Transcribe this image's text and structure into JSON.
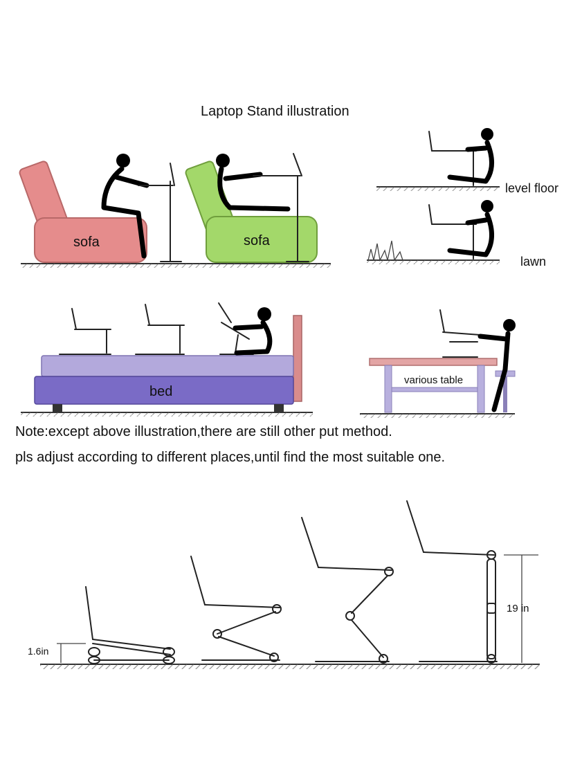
{
  "title": "Laptop Stand  illustration",
  "labels": {
    "sofa_left": "sofa",
    "sofa_right": "sofa",
    "level_floor": "level floor",
    "lawn": "lawn",
    "bed": "bed",
    "various_table": "various table",
    "height_min": "1.6in",
    "height_max": "19 in"
  },
  "notes": {
    "line1": "Note:except above illustration,there are still other put method.",
    "line2": "pls adjust according to different places,until find the most suitable one."
  },
  "colors": {
    "sofa_left": "#e58c8c",
    "sofa_right": "#a3d86a",
    "bed_mattress": "#b3a9dc",
    "bed_base": "#7a6bc6",
    "headboard": "#d98c8c",
    "table_top": "#e3a5a5",
    "table_legs": "#b8b0de"
  }
}
